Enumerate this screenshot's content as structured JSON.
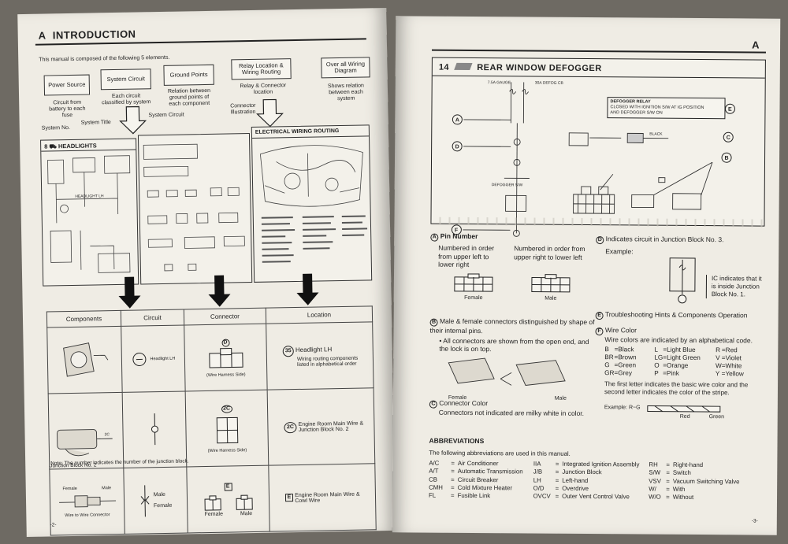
{
  "left_page": {
    "section_letter": "A",
    "section_title": "INTRODUCTION",
    "intro_text": "This manual is composed of the following 5 elements.",
    "elements": [
      {
        "label": "Power Source",
        "desc": "Circuit from battery to each fuse"
      },
      {
        "label": "System Circuit",
        "desc": "Each circuit classified by system"
      },
      {
        "label": "Ground Points",
        "desc": "Relation between ground points of each component"
      },
      {
        "label": "Relay Location & Wiring Routing",
        "desc": "Relay & Connector location"
      },
      {
        "label": "Over all Wiring Diagram",
        "desc": "Shows relation between each system"
      }
    ],
    "callouts": {
      "system_no": "System No.",
      "system_title": "System Title",
      "system_circuit": "System Circuit",
      "connector_illustration": "Connector Illustration",
      "diagram_headlights": "HEADLIGHTS",
      "diagram_system_no": "8",
      "diagram_ewr": "ELECTRICAL WIRING ROUTING",
      "diagram_headlight_lh": "HEADLIGHT LH"
    },
    "table": {
      "headers": [
        "Components",
        "Circuit",
        "Connector",
        "Location"
      ],
      "row1": {
        "circuit_label": "Headlight LH",
        "connector_code": "D",
        "connector_side": "(Wire Harness Side)",
        "location_num": "35",
        "location_title": "Headlight LH",
        "location_desc": "Wiring routing components listed in alphabetical order"
      },
      "row2": {
        "component_label": "Junction Block No. 2",
        "component_code": "2C",
        "connector_code": "2C",
        "connector_side": "(Wire Harness Side)",
        "location_code": "2C",
        "location_desc": "Engine Room Main Wire & Junction Block No. 2",
        "note": "Note: The number indicates the number of the junction block."
      },
      "row3": {
        "female": "Female",
        "male": "Male",
        "component_label": "Wire to Wire Connector",
        "circuit_male": "Male",
        "circuit_female": "Female",
        "connector_code": "E",
        "location_code": "E",
        "location_desc": "Engine Room Main Wire & Cowl Wire"
      }
    },
    "page_number": "-2-"
  },
  "right_page": {
    "header_letter": "A",
    "system_no": "14",
    "system_title": "REAR WINDOW DEFOGGER",
    "diagram": {
      "relay_box_line1": "DEFOGGER RELAY",
      "relay_box_line2": "CLOSED WITH IGNITION S/W AT IG POSITION",
      "relay_box_line3": "AND DEFOGGER S/W ON",
      "fuse_left": "7.5A GAUGE",
      "fuse_right": "30A DEFOG CB",
      "wire_black": "BLACK",
      "defogger_sw": "DEFOGGER S/W",
      "markers": [
        "A",
        "D",
        "F",
        "E",
        "C",
        "B"
      ]
    },
    "legend_a": {
      "letter": "A",
      "title": "Pin Number",
      "col1": "Numbered in order from upper left to lower right",
      "col2": "Numbered in order from upper right to lower left",
      "female": "Female",
      "male": "Male"
    },
    "legend_b": {
      "letter": "B",
      "title": "Male & female connectors distinguished by shape of their internal pins.",
      "bullet": "All connectors are shown from the open end, and the lock is on top.",
      "female": "Female",
      "male": "Male"
    },
    "legend_c": {
      "letter": "C",
      "title": "Connector Color",
      "desc": "Connectors not indicated are milky white in color."
    },
    "legend_d": {
      "letter": "D",
      "title": "Indicates circuit in Junction Block No. 3.",
      "example": "Example:",
      "ic_note": "IC indicates that it is inside Junction Block No. 1."
    },
    "legend_e": {
      "letter": "E",
      "title": "Troubleshooting Hints & Components Operation"
    },
    "legend_f": {
      "letter": "F",
      "title": "Wire Color",
      "desc": "Wire colors are indicated by an alphabetical code.",
      "colors": [
        [
          "B",
          "Black",
          "L",
          "Light Blue",
          "R",
          "Red"
        ],
        [
          "BR",
          "Brown",
          "LG",
          "Light Green",
          "V",
          "Violet"
        ],
        [
          "G",
          "Green",
          "O",
          "Orange",
          "W",
          "White"
        ],
        [
          "GR",
          "Grey",
          "P",
          "Pink",
          "Y",
          "Yellow"
        ]
      ],
      "stripe_note": "The first letter indicates the basic wire color and the second letter indicates the color of the stripe.",
      "example": "Example: R−G",
      "red": "Red",
      "green": "Green"
    },
    "abbreviations": {
      "title": "ABBREVIATIONS",
      "intro": "The following abbreviations are used in this manual.",
      "rows": [
        [
          "A/C",
          "Air Conditioner",
          "IIA",
          "Integrated Ignition Assembly",
          "RH",
          "Right-hand"
        ],
        [
          "A/T",
          "Automatic Transmission",
          "J/B",
          "Junction Block",
          "S/W",
          "Switch"
        ],
        [
          "CB",
          "Circuit Breaker",
          "LH",
          "Left-hand",
          "VSV",
          "Vacuum Switching Valve"
        ],
        [
          "CMH",
          "Cold Mixture Heater",
          "O/D",
          "Overdrive",
          "W/",
          "With"
        ],
        [
          "FL",
          "Fusible Link",
          "OVCV",
          "Outer Vent Control Valve",
          "W/O",
          "Without"
        ]
      ]
    },
    "page_number": "-3-"
  }
}
